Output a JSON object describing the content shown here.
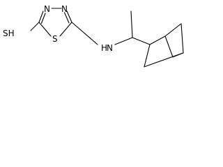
{
  "diagram": {
    "type": "chemical-structure",
    "atom_labels": {
      "thiol": "SH",
      "ring_sulfur": "S",
      "ring_nitrogen_left": "N",
      "ring_nitrogen_right": "N",
      "amine": "N",
      "amine_hydrogen": "H"
    },
    "colors": {
      "bond": "#000000",
      "label": "#000000",
      "background": "#ffffff"
    }
  }
}
